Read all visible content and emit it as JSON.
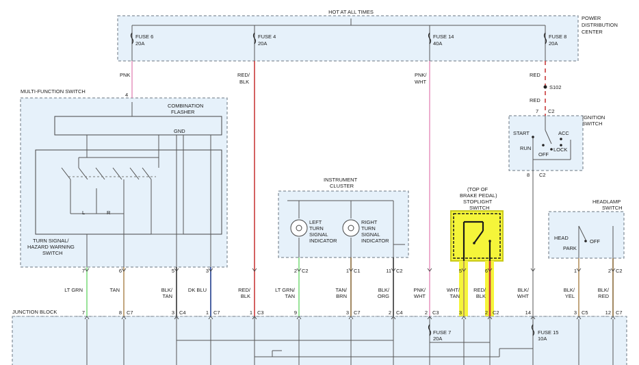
{
  "colors": {
    "box_fill": "#e6f1fa",
    "pnk": "#e79ac1",
    "red": "#c93a3a",
    "lt_grn": "#7fdc7f",
    "tan": "#b3905e",
    "blk": "#333333",
    "dk_blu": "#1e3a8a",
    "tan_brn": "#8a6a3a",
    "highlight": "#f5f53a",
    "highlight_border": "#1a1a1a"
  },
  "labels": {
    "hot": "HOT AT ALL TIMES",
    "pdc": [
      "POWER",
      "DISTRIBUTION",
      "CENTER"
    ],
    "fuses": [
      {
        "name": "FUSE 6",
        "amps": "20A"
      },
      {
        "name": "FUSE 4",
        "amps": "20A"
      },
      {
        "name": "FUSE 14",
        "amps": "40A"
      },
      {
        "name": "FUSE 8",
        "amps": "20A"
      }
    ],
    "mfs": "MULTI-FUNCTION SWITCH",
    "flasher": [
      "COMBINATION",
      "FLASHER"
    ],
    "gnd": "GND",
    "turn_switch": [
      "TURN SIGNAL/",
      "HAZARD WARNING",
      "SWITCH"
    ],
    "l": "L",
    "r": "R",
    "cluster": [
      "INSTRUMENT",
      "CLUSTER"
    ],
    "left_ind": [
      "LEFT",
      "TURN",
      "SIGNAL",
      "INDICATOR"
    ],
    "right_ind": [
      "RIGHT",
      "TURN",
      "SIGNAL",
      "INDICATOR"
    ],
    "stoplight": [
      "(TOP OF",
      "BRAKE PEDAL)",
      "STOPLIGHT",
      "SWITCH"
    ],
    "ignition": [
      "IGNITION",
      "SWITCH"
    ],
    "ign_pos": {
      "start": "START",
      "acc": "ACC",
      "run": "RUN",
      "lock": "LOCK",
      "off": "OFF"
    },
    "headlamp": [
      "HEADLAMP",
      "SWITCH"
    ],
    "head_pos": {
      "head": "HEAD",
      "park": "PARK",
      "off": "OFF"
    },
    "s102": "S102",
    "junction": "JUNCTION BLOCK",
    "fuse7": {
      "name": "FUSE 7",
      "amps": "20A"
    },
    "fuse15": {
      "name": "FUSE 15",
      "amps": "10A"
    }
  },
  "upper_wires": [
    {
      "l1": "PNK",
      "l2": ""
    },
    {
      "l1": "RED/",
      "l2": "BLK"
    },
    {
      "l1": "PNK/",
      "l2": "WHT"
    },
    {
      "l1": "RED",
      "l2": "RED"
    }
  ],
  "ign_pins": {
    "top": "7",
    "top_conn": "C2",
    "bottom": "8",
    "bottom_conn": "C2"
  },
  "mfs_top_pin": "4",
  "lower_wires": [
    {
      "color": "LT GRN",
      "l2": "",
      "pin_top": "7",
      "conn_top": "",
      "pin_bot": "7",
      "conn_bot": ""
    },
    {
      "color": "TAN",
      "l2": "",
      "pin_top": "6",
      "conn_top": "",
      "pin_bot": "8",
      "conn_bot": "C7"
    },
    {
      "color": "BLK/",
      "l2": "TAN",
      "pin_top": "5",
      "conn_top": "",
      "pin_bot": "3",
      "conn_bot": "C4"
    },
    {
      "color": "DK BLU",
      "l2": "",
      "pin_top": "3",
      "conn_top": "",
      "pin_bot": "1",
      "conn_bot": "C7"
    },
    {
      "color": "RED/",
      "l2": "BLK",
      "pin_top": "",
      "conn_top": "",
      "pin_bot": "1",
      "conn_bot": "C3"
    },
    {
      "color": "LT GRN/",
      "l2": "TAN",
      "pin_top": "2",
      "conn_top": "C2",
      "pin_bot": "9",
      "conn_bot": ""
    },
    {
      "color": "TAN/",
      "l2": "BRN",
      "pin_top": "1",
      "conn_top": "C1",
      "pin_bot": "3",
      "conn_bot": "C7"
    },
    {
      "color": "BLK/",
      "l2": "ORG",
      "pin_top": "11",
      "conn_top": "C2",
      "pin_bot": "2",
      "conn_bot": "C4"
    },
    {
      "color": "PNK/",
      "l2": "WHT",
      "pin_top": "",
      "conn_top": "",
      "pin_bot": "2",
      "conn_bot": "C3"
    },
    {
      "color": "WHT/",
      "l2": "TAN",
      "pin_top": "5",
      "conn_top": "",
      "pin_bot": "3",
      "conn_bot": ""
    },
    {
      "color": "RED/",
      "l2": "BLK",
      "pin_top": "6",
      "conn_top": "",
      "pin_bot": "2",
      "conn_bot": "C2"
    },
    {
      "color": "BLK/",
      "l2": "WHT",
      "pin_top": "",
      "conn_top": "",
      "pin_bot": "14",
      "conn_bot": ""
    },
    {
      "color": "BLK/",
      "l2": "YEL",
      "pin_top": "1",
      "conn_top": "",
      "pin_bot": "3",
      "conn_bot": "C5"
    },
    {
      "color": "BLK/",
      "l2": "RED",
      "pin_top": "2",
      "conn_top": "C2",
      "pin_bot": "12",
      "conn_bot": "C7"
    }
  ]
}
